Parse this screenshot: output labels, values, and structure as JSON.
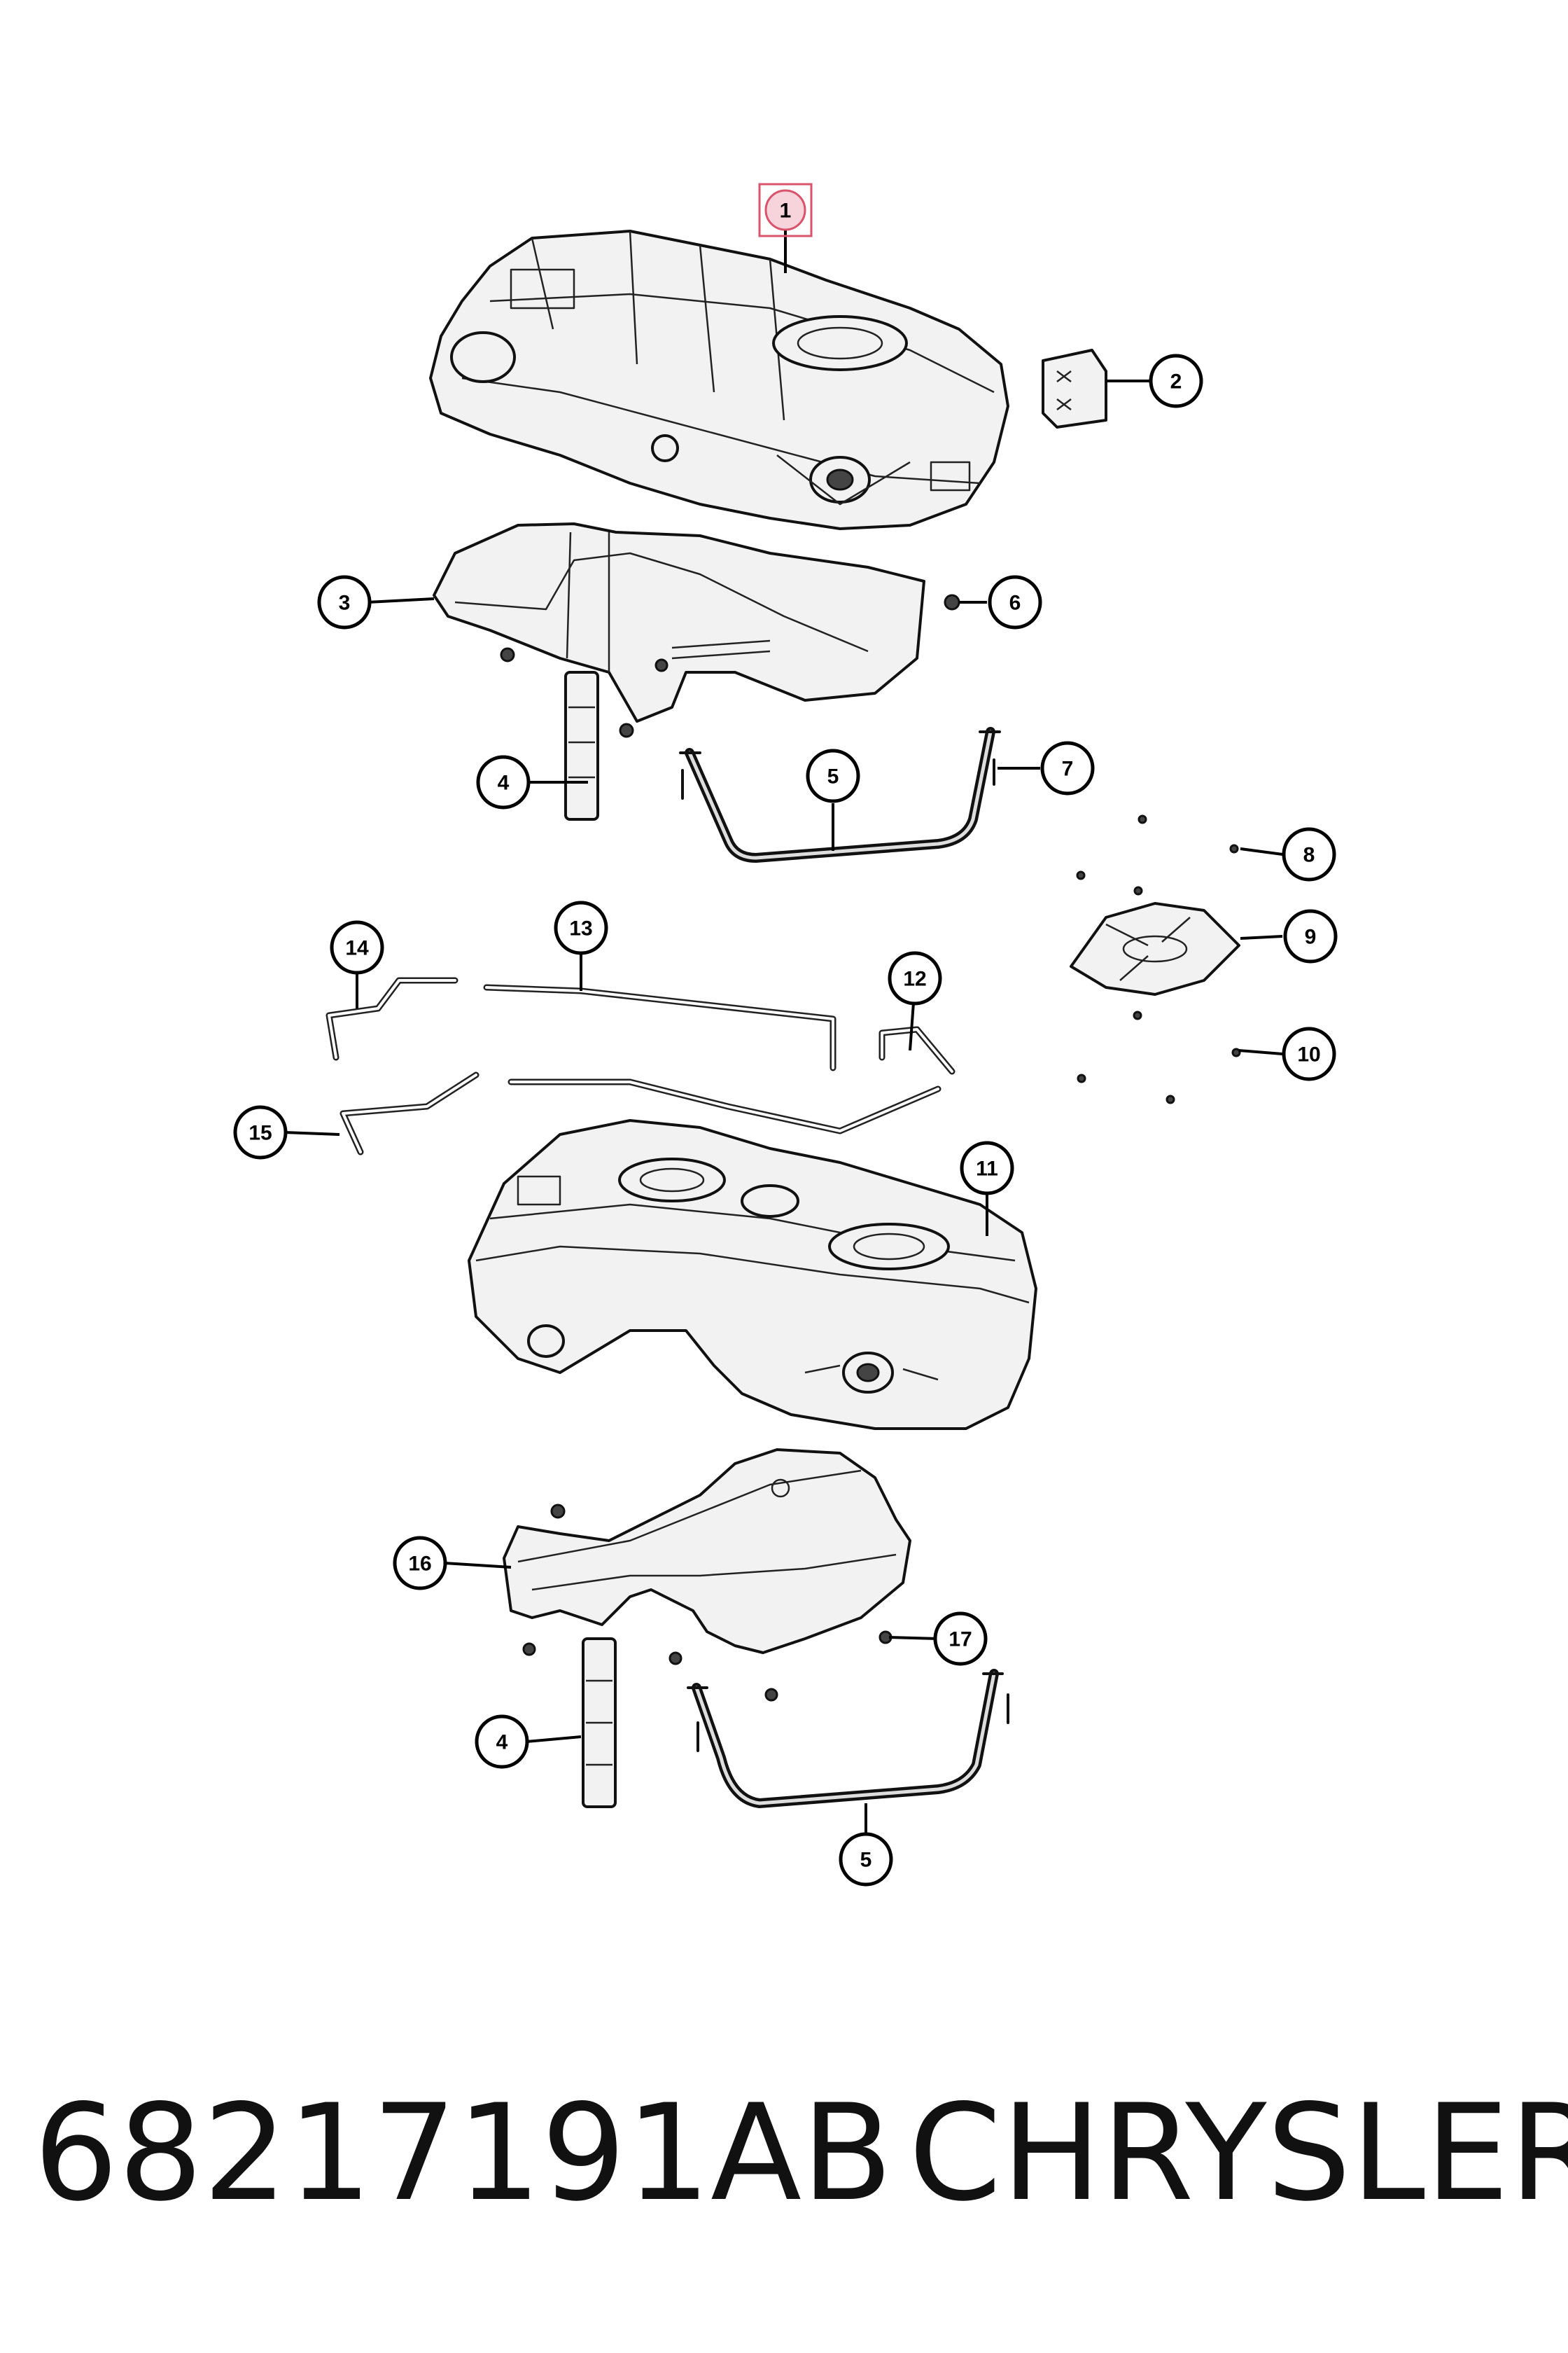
{
  "callouts": [
    {
      "id": "c1",
      "label": "1",
      "highlighted": true
    },
    {
      "id": "c2",
      "label": "2"
    },
    {
      "id": "c3",
      "label": "3"
    },
    {
      "id": "c4a",
      "label": "4"
    },
    {
      "id": "c5a",
      "label": "5"
    },
    {
      "id": "c6",
      "label": "6"
    },
    {
      "id": "c7",
      "label": "7"
    },
    {
      "id": "c8",
      "label": "8"
    },
    {
      "id": "c9",
      "label": "9"
    },
    {
      "id": "c10",
      "label": "10"
    },
    {
      "id": "c11",
      "label": "11"
    },
    {
      "id": "c12",
      "label": "12"
    },
    {
      "id": "c13",
      "label": "13"
    },
    {
      "id": "c14",
      "label": "14"
    },
    {
      "id": "c15",
      "label": "15"
    },
    {
      "id": "c16",
      "label": "16"
    },
    {
      "id": "c17",
      "label": "17"
    },
    {
      "id": "c4b",
      "label": "4"
    },
    {
      "id": "c5b",
      "label": "5"
    }
  ],
  "footer": {
    "part_number": "68217191AB",
    "brand": "CHRYSLER"
  },
  "colors": {
    "highlight_fill": "#f7d3dc",
    "highlight_stroke": "#d9536b",
    "line": "#111111",
    "part_fill": "#f2f2f2"
  }
}
